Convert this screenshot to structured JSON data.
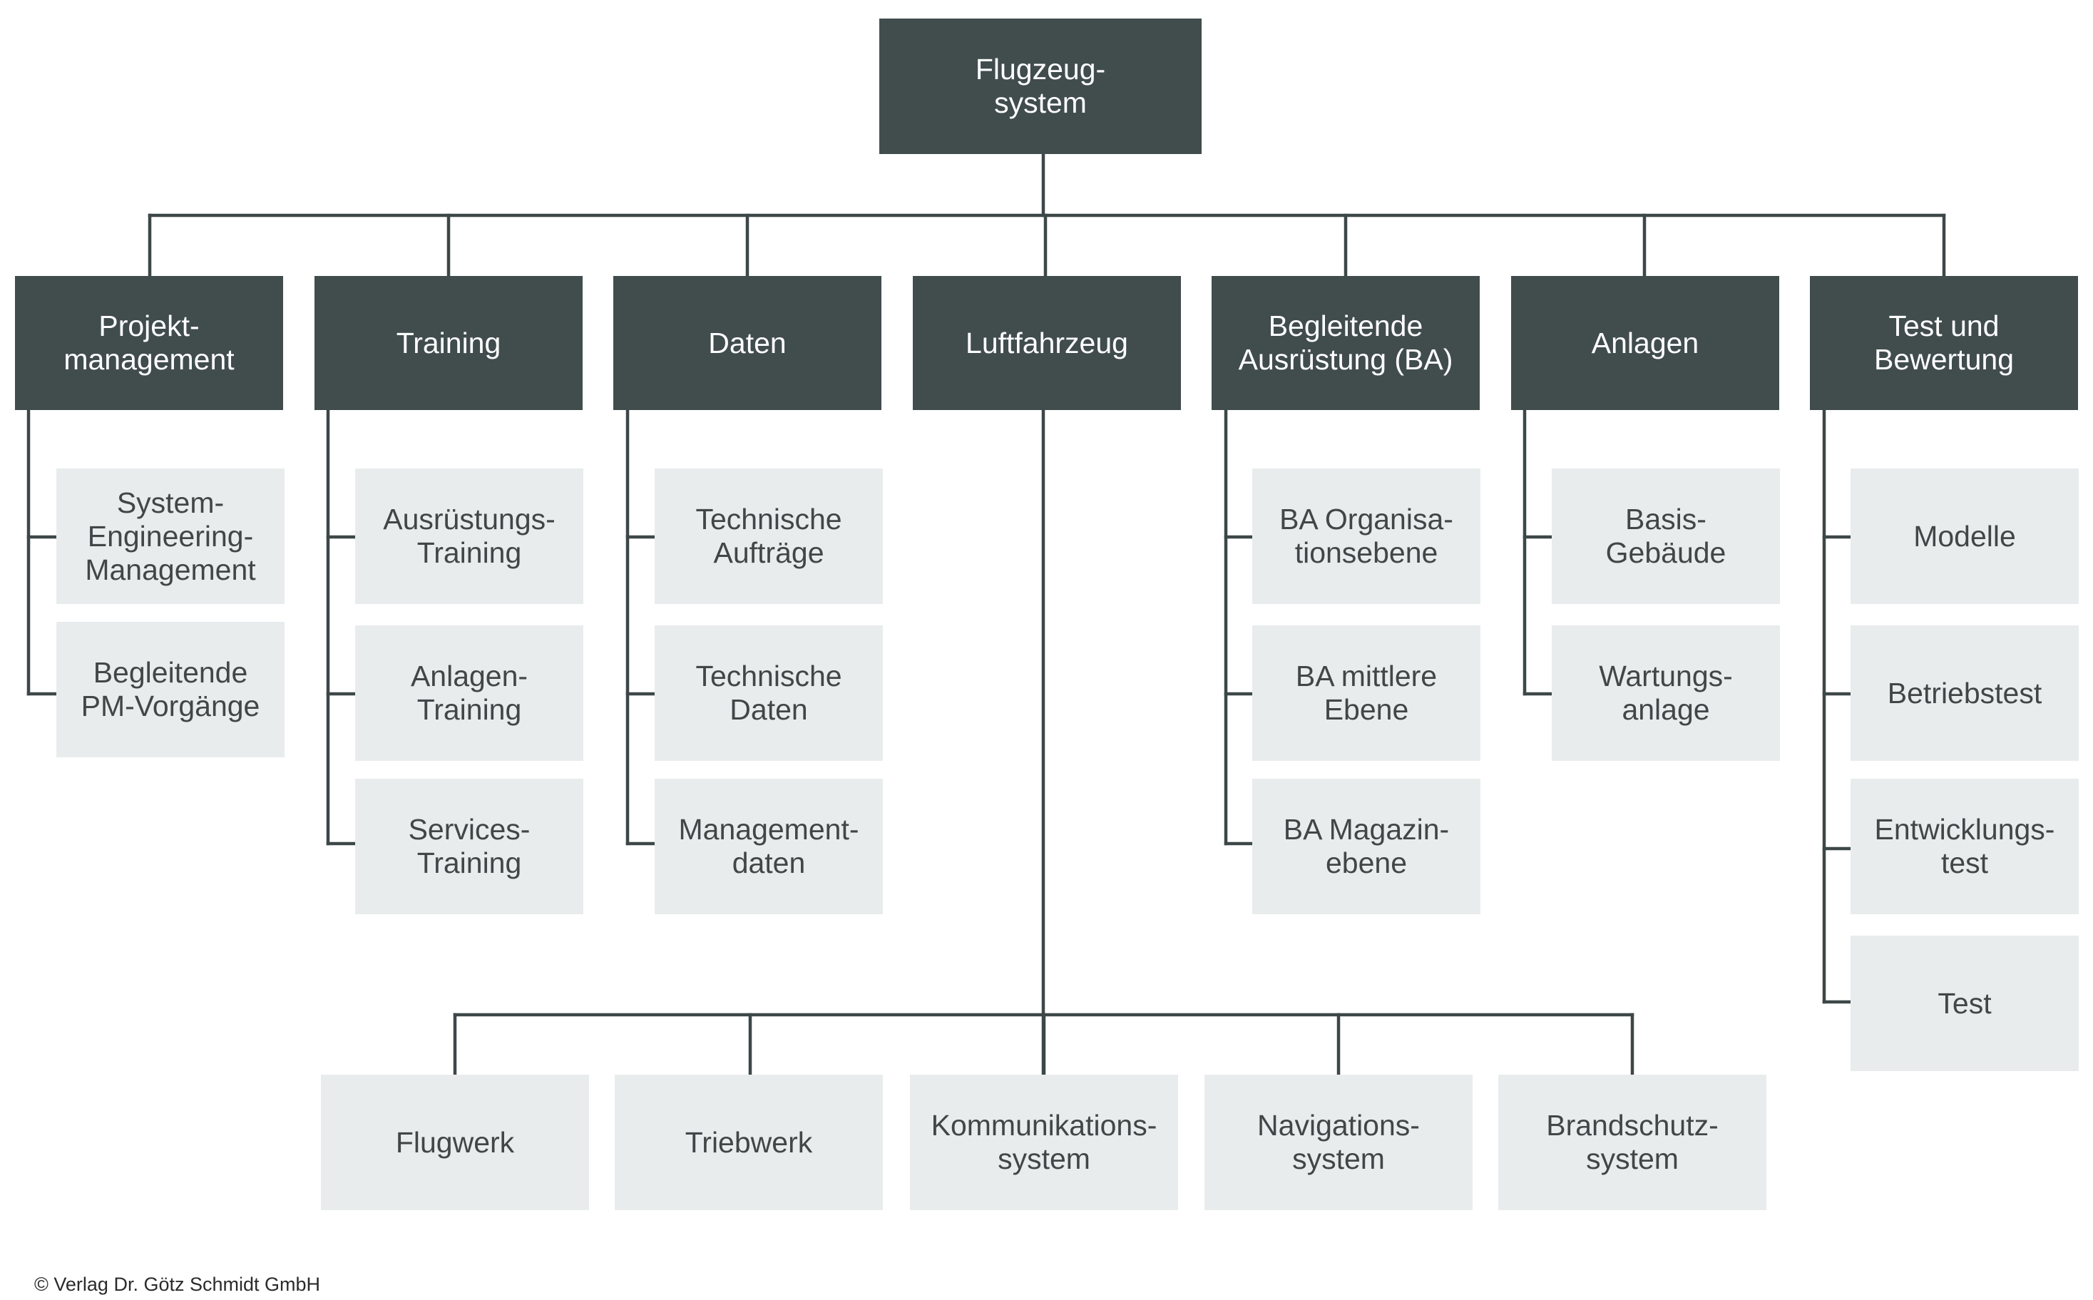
{
  "root": {
    "label": "Flugzeug-\nsystem"
  },
  "categories": [
    {
      "label": "Projekt-\nmanagement",
      "children": [
        "System-\nEngineering-\nManagement",
        "Begleitende\nPM-Vorgänge"
      ]
    },
    {
      "label": "Training",
      "children": [
        "Ausrüstungs-\nTraining",
        "Anlagen-\nTraining",
        "Services-\nTraining"
      ]
    },
    {
      "label": "Daten",
      "children": [
        "Technische\nAufträge",
        "Technische\nDaten",
        "Management-\ndaten"
      ]
    },
    {
      "label": "Luftfahrzeug",
      "children": [
        "Flugwerk",
        "Triebwerk",
        "Kommunikations-\nsystem",
        "Navigations-\nsystem",
        "Brandschutz-\nsystem"
      ]
    },
    {
      "label": "Begleitende\nAusrüstung (BA)",
      "children": [
        "BA Organisa-\ntionsebene",
        "BA mittlere\nEbene",
        "BA Magazin-\nebene"
      ]
    },
    {
      "label": "Anlagen",
      "children": [
        "Basis-\nGebäude",
        "Wartungs-\nanlage"
      ]
    },
    {
      "label": "Test und\nBewertung",
      "children": [
        "Modelle",
        "Betriebstest",
        "Entwicklungs-\ntest",
        "Test"
      ]
    }
  ],
  "copyright": "© Verlag Dr. Götz Schmidt GmbH",
  "colors": {
    "dark_box": "#414c4d",
    "light_box": "#e9eced",
    "connector": "#3d4748"
  }
}
